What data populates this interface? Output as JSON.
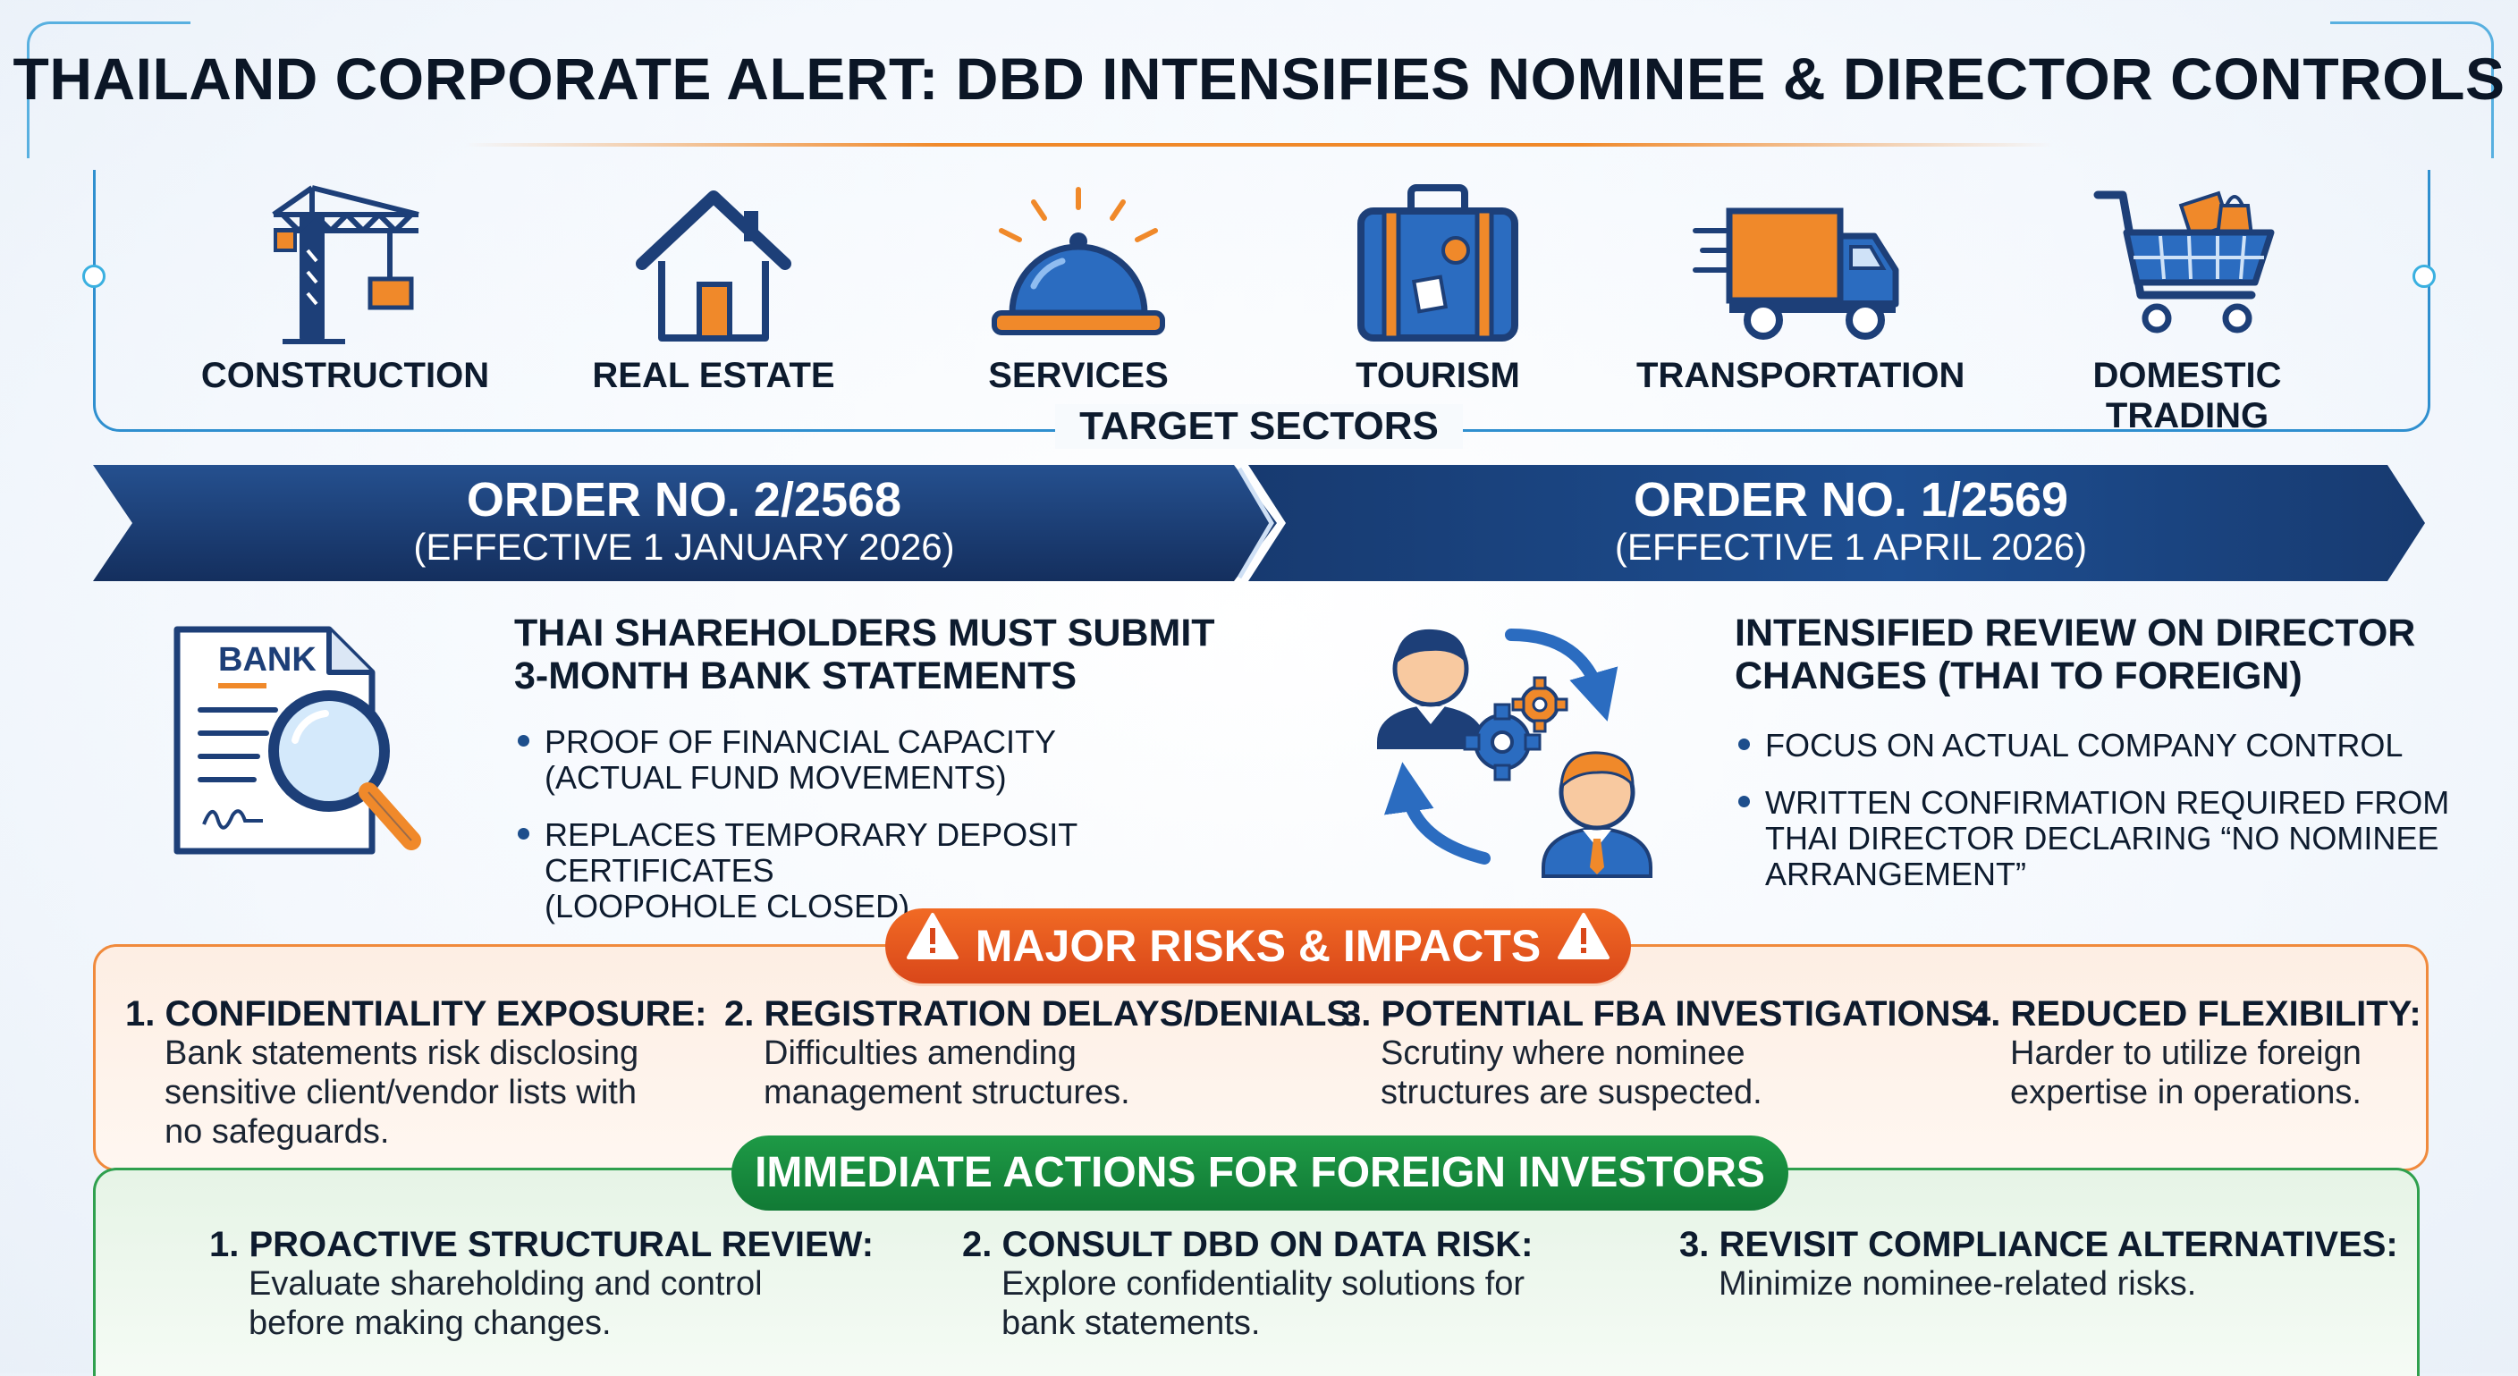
{
  "title": "THAILAND CORPORATE ALERT: DBD INTENSIFIES NOMINEE & DIRECTOR CONTROLS",
  "sectors": {
    "label": "TARGET SECTORS",
    "items": [
      {
        "label": "CONSTRUCTION",
        "icon": "crane-icon"
      },
      {
        "label": "REAL ESTATE",
        "icon": "house-icon"
      },
      {
        "label": "SERVICES",
        "icon": "service-bell-icon"
      },
      {
        "label": "TOURISM",
        "icon": "suitcase-icon"
      },
      {
        "label": "TRANSPORTATION",
        "icon": "truck-icon"
      },
      {
        "label": "DOMESTIC TRADING",
        "icon": "shopping-cart-icon"
      }
    ]
  },
  "orders": [
    {
      "title": "ORDER NO. 2/2568",
      "effective": "(EFFECTIVE 1 JANUARY 2026)",
      "heading_line1": "THAI SHAREHOLDERS MUST SUBMIT",
      "heading_line2": "3-MONTH BANK STATEMENTS",
      "icon_text": "BANK",
      "bullets": [
        {
          "line1": "PROOF OF FINANCIAL CAPACITY",
          "line2": "(ACTUAL FUND MOVEMENTS)"
        },
        {
          "line1": "REPLACES TEMPORARY DEPOSIT CERTIFICATES",
          "line2": "(LOOPOHOLE CLOSED)"
        }
      ]
    },
    {
      "title": "ORDER NO. 1/2569",
      "effective": "(EFFECTIVE 1 APRIL 2026)",
      "heading_line1": "INTENSIFIED REVIEW ON DIRECTOR",
      "heading_line2": "CHANGES (THAI TO FOREIGN)",
      "bullets": [
        {
          "line1": "FOCUS ON ACTUAL COMPANY CONTROL"
        },
        {
          "line1": "WRITTEN CONFIRMATION REQUIRED FROM",
          "line2": "THAI DIRECTOR DECLARING “NO NOMINEE",
          "line3": "ARRANGEMENT”"
        }
      ]
    }
  ],
  "risks": {
    "title": "MAJOR RISKS & IMPACTS",
    "items": [
      {
        "heading": "1. CONFIDENTIALITY EXPOSURE:",
        "line1": "Bank statements risk disclosing",
        "line2": "sensitive client/vendor lists with",
        "line3": "no safeguards."
      },
      {
        "heading": "2. REGISTRATION DELAYS/DENIALS:",
        "line1": "Difficulties amending",
        "line2": "management structures."
      },
      {
        "heading": "3. POTENTIAL FBA INVESTIGATIONS:",
        "line1": "Scrutiny where nominee",
        "line2": "structures are suspected."
      },
      {
        "heading": "4. REDUCED FLEXIBILITY:",
        "line1": "Harder to utilize foreign",
        "line2": "expertise in operations."
      }
    ]
  },
  "actions": {
    "title": "IMMEDIATE ACTIONS FOR FOREIGN INVESTORS",
    "items": [
      {
        "heading": "1. PROACTIVE STRUCTURAL REVIEW:",
        "line1": "Evaluate shareholding and control",
        "line2": "before making changes."
      },
      {
        "heading": "2. CONSULT DBD ON DATA RISK:",
        "line1": "Explore confidentiality solutions for",
        "line2": "bank statements."
      },
      {
        "heading": "3. REVISIT COMPLIANCE ALTERNATIVES:",
        "line1": "Minimize nominee-related risks."
      }
    ]
  },
  "colors": {
    "navy": "#1d3f78",
    "orange": "#f0892a",
    "risk": "#e2531d",
    "action": "#1a8f3f",
    "cyan": "#3ab0e0"
  }
}
